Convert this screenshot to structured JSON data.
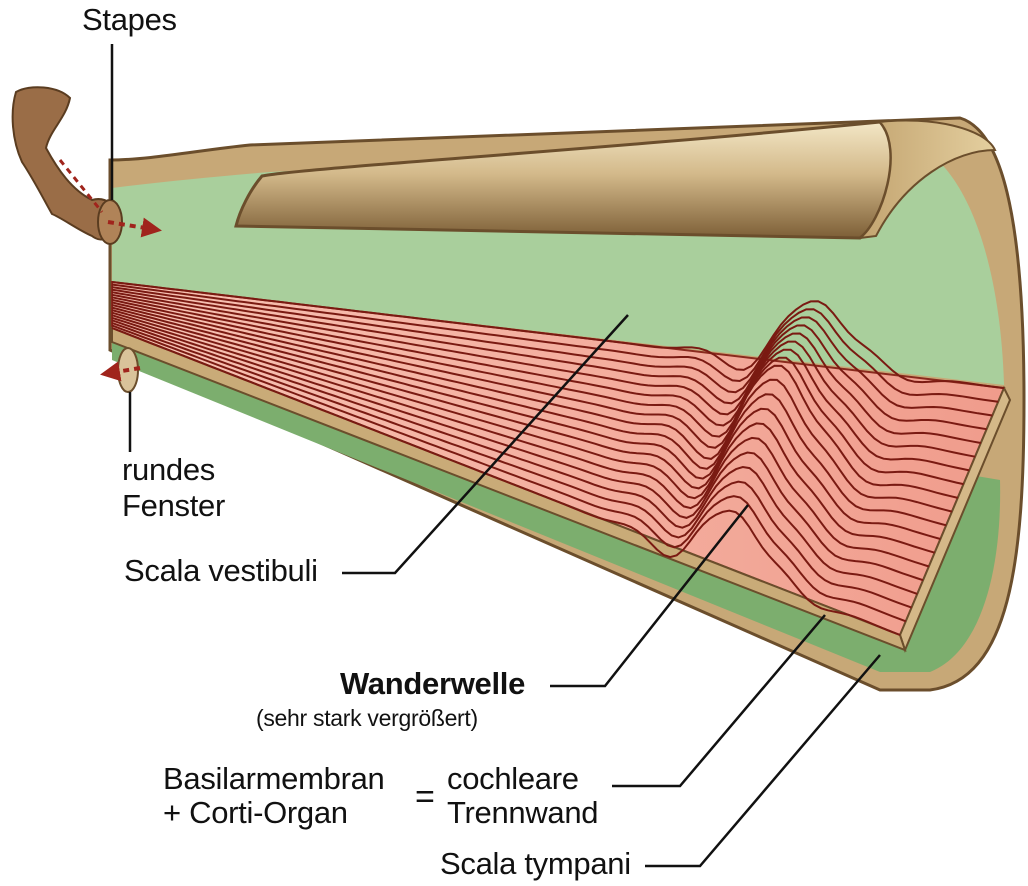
{
  "labels": {
    "stapes": "Stapes",
    "round_window_line1": "rundes",
    "round_window_line2": "Fenster",
    "scala_vestibuli": "Scala vestibuli",
    "travelling_wave": "Wanderwelle",
    "travelling_wave_note": "(sehr stark vergrößert)",
    "basilar_line1": "Basilarmembran",
    "basilar_line2": "+ Corti-Organ",
    "equals": "=",
    "partition_line1": "cochleare",
    "partition_line2": "Trennwand",
    "scala_tympani": "Scala tympani"
  },
  "colors": {
    "perilymph_green": "#a9cf9c",
    "outer_wall_green": "#76aa6a",
    "membrane_pink": "#f2a192",
    "membrane_lines": "#7a1a12",
    "bone_tan": "#cdb27c",
    "bone_dark": "#7a5a32",
    "arrow_red": "#a0241c"
  }
}
